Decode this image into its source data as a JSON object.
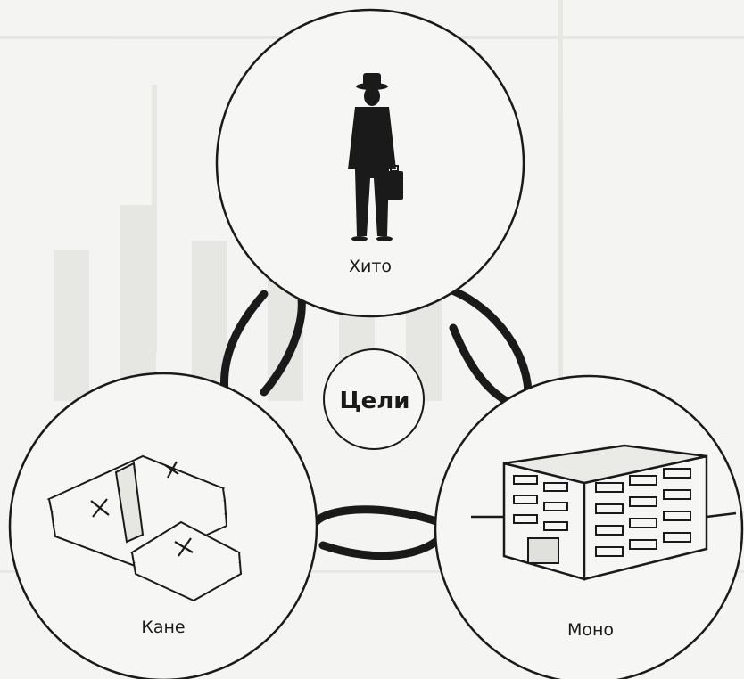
{
  "diagram": {
    "center_label": "Цели",
    "nodes": [
      {
        "id": "hito",
        "label": "Хито",
        "icon": "businessman-icon"
      },
      {
        "id": "kane",
        "label": "Кане",
        "icon": "money-stack-icon"
      },
      {
        "id": "mono",
        "label": "Моно",
        "icon": "office-building-icon"
      }
    ],
    "links": [
      {
        "from": "hito",
        "to": "kane"
      },
      {
        "from": "hito",
        "to": "mono"
      },
      {
        "from": "kane",
        "to": "mono"
      }
    ],
    "colors": {
      "background": "#f4f4f2",
      "ink": "#1a1a1a",
      "faint": "#d8d8d4"
    }
  }
}
